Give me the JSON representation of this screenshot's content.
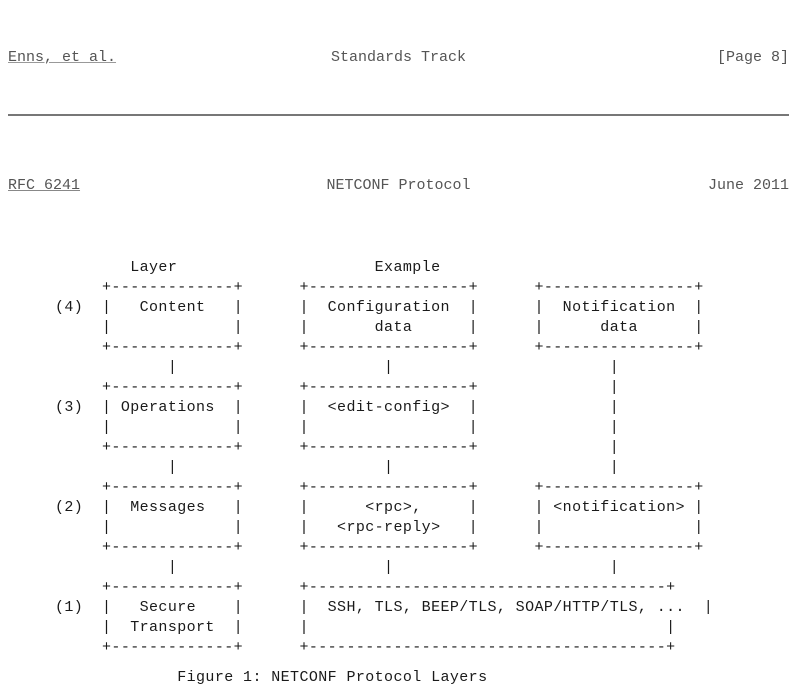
{
  "document": {
    "rfc_number": "RFC 6241",
    "title": "NETCONF Protocol",
    "date": "June 2011",
    "authors": "Enns, et al.",
    "status": "Standards Track",
    "page_marker": "[Page 8]"
  },
  "header_top": {
    "left": "Enns, et al.",
    "center": "Standards Track",
    "right": "[Page 8]"
  },
  "header_bottom": {
    "left": "RFC 6241",
    "center": "NETCONF Protocol",
    "right": "June 2011"
  },
  "figure": {
    "caption": "                  Figure 1: NETCONF Protocol Layers",
    "column_headers": {
      "layer": "Layer",
      "example": "Example"
    },
    "layers": [
      {
        "number": "(4)",
        "name": "Content",
        "examples": [
          "Configuration data",
          "Notification data"
        ]
      },
      {
        "number": "(3)",
        "name": "Operations",
        "examples": [
          "<edit-config>"
        ]
      },
      {
        "number": "(2)",
        "name": "Messages",
        "examples": [
          "<rpc>, <rpc-reply>",
          "<notification>"
        ]
      },
      {
        "number": "(1)",
        "name": "Secure Transport",
        "examples": [
          "SSH, TLS, BEEP/TLS, SOAP/HTTP/TLS, ..."
        ]
      }
    ],
    "ascii": "             Layer                     Example\n          +-------------+      +-----------------+      +----------------+\n     (4)  |   Content   |      |  Configuration  |      |  Notification  |\n          |             |      |       data      |      |      data      |\n          +-------------+      +-----------------+      +----------------+\n                 |                      |                       |\n          +-------------+      +-----------------+              |\n     (3)  | Operations  |      |  <edit-config>  |              |\n          |             |      |                 |              |\n          +-------------+      +-----------------+              |\n                 |                      |                       |\n          +-------------+      +-----------------+      +----------------+\n     (2)  |  Messages   |      |      <rpc>,     |      | <notification> |\n          |             |      |   <rpc-reply>   |      |                |\n          +-------------+      +-----------------+      +----------------+\n                 |                      |                       |\n          +-------------+      +--------------------------------------+\n     (1)  |   Secure    |      |  SSH, TLS, BEEP/TLS, SOAP/HTTP/TLS, ...  |\n          |  Transport  |      |                                      |\n          +-------------+      +--------------------------------------+"
  },
  "colors": {
    "page_background": "#ffffff",
    "body_text": "#1a1a1a",
    "header_text": "#555555",
    "rule": "#777777",
    "link_underline": "#888888"
  }
}
